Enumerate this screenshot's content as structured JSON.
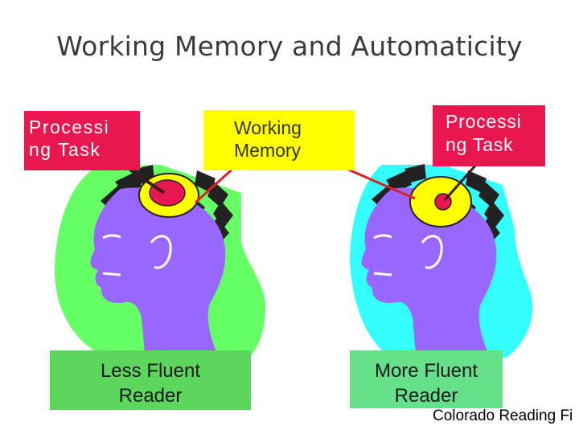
{
  "title": "Working Memory and Automaticity",
  "processing_task_left": {
    "line1": "Processi",
    "line2": "ng Task"
  },
  "working_memory": {
    "line1": "Working",
    "line2": "Memory"
  },
  "processing_task_right": {
    "line1": "Processi",
    "line2": "ng Task"
  },
  "less_fluent": {
    "line1": "Less Fluent",
    "line2": "Reader"
  },
  "more_fluent": {
    "line1": "More Fluent",
    "line2": "Reader"
  },
  "credit": "Colorado Reading Fi",
  "colors": {
    "left_background_blob": "#66ff66",
    "right_background_blob": "#33ffff",
    "head": "#9966ff",
    "working_memory": "#ffff00",
    "processing_task": "#e8174f",
    "connector_red": "#e02020",
    "connector_dark": "#3a1a1a"
  }
}
